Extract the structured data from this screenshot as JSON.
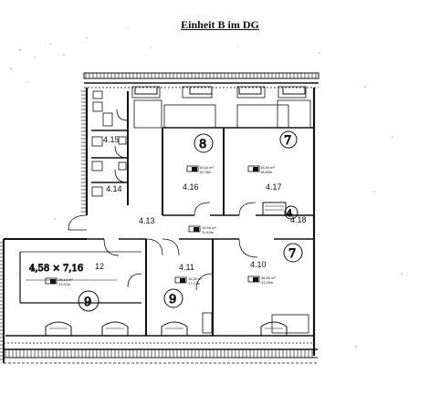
{
  "title": "Einheit B im DG",
  "rooms": [
    {
      "id": "4.13",
      "label": "4.13",
      "area": "14,60 m²",
      "area2": "11,62m",
      "note": ""
    },
    {
      "id": "4.14",
      "label": "4.14",
      "area": "",
      "area2": "",
      "note": ""
    },
    {
      "id": "4.15",
      "label": "4.15",
      "area": "",
      "area2": "",
      "note": ""
    },
    {
      "id": "4.16",
      "label": "4.16",
      "area": "16,54 m²",
      "area2": "15,78m",
      "note": "8"
    },
    {
      "id": "4.17",
      "label": "4.17",
      "area": "18,84 m²",
      "area2": "18,82m",
      "note": "7"
    },
    {
      "id": "4.18",
      "label": "4.18",
      "area": "",
      "area2": "",
      "note": ""
    },
    {
      "id": "4.12",
      "label": "12",
      "area": "28,14 m²",
      "area2": "23,57m",
      "note": "9"
    },
    {
      "id": "4.11",
      "label": "4.11",
      "area": "16,30 m²",
      "area2": "17,13m",
      "note": "9"
    },
    {
      "id": "4.10",
      "label": "4.10",
      "area": "36,85 m²",
      "area2": "31,00m",
      "note": "7"
    }
  ],
  "annotations": {
    "dimension_note": "4,58 × 7,16",
    "stair_note": "4"
  }
}
